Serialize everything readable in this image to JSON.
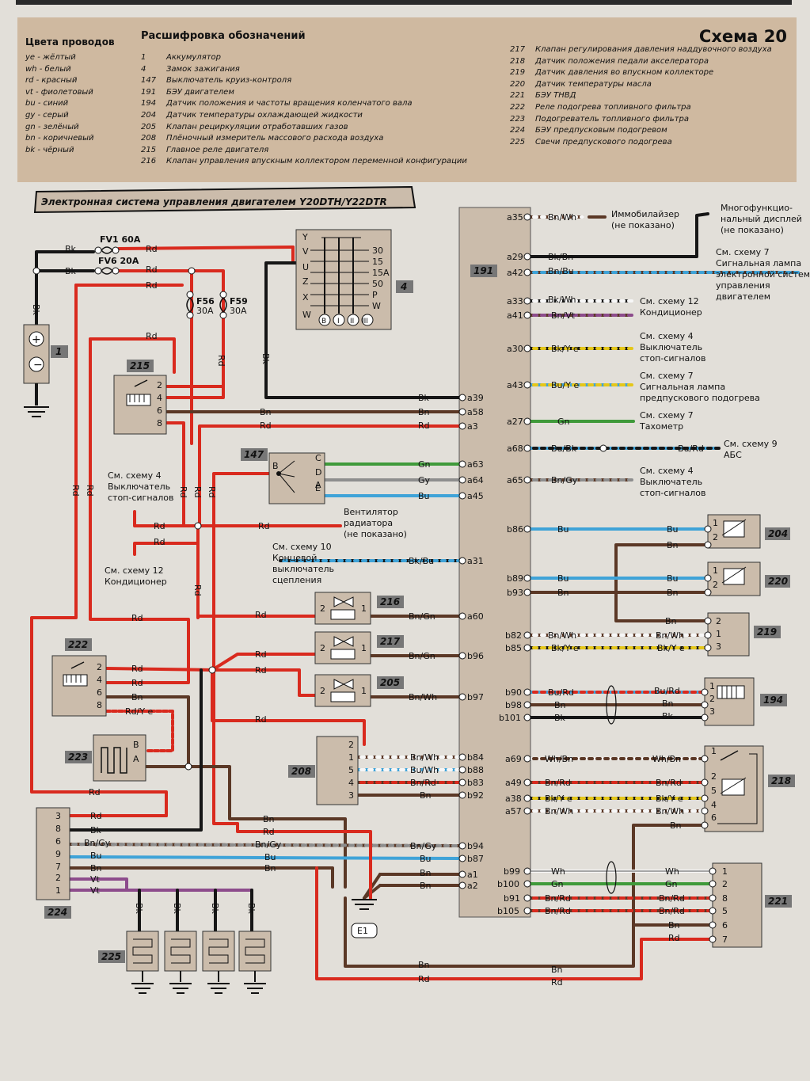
{
  "header": {
    "wire_colors_title": "Цвета проводов",
    "wire_colors": [
      "ye - жёлтый",
      "wh - белый",
      "rd - красный",
      "vt - фиолетовый",
      "bu - синий",
      "gy - серый",
      "gn - зелёный",
      "bn - коричневый",
      "bk - чёрный"
    ],
    "legend_title": "Расшифровка обозначений",
    "legend_left": [
      {
        "n": "1",
        "t": "Аккумулятор"
      },
      {
        "n": "4",
        "t": "Замок зажигания"
      },
      {
        "n": "147",
        "t": "Выключатель круиз-контроля"
      },
      {
        "n": "191",
        "t": "БЭУ двигателем"
      },
      {
        "n": "194",
        "t": "Датчик положения и частоты вращения коленчатого вала"
      },
      {
        "n": "204",
        "t": "Датчик температуры охлаждающей жидкости"
      },
      {
        "n": "205",
        "t": "Клапан рециркуляции отработавших газов"
      },
      {
        "n": "208",
        "t": "Плёночный измеритель массового расхода воздуха"
      },
      {
        "n": "215",
        "t": "Главное реле двигателя"
      },
      {
        "n": "216",
        "t": "Клапан управления впускным коллектором переменной конфигурации"
      }
    ],
    "legend_right": [
      {
        "n": "217",
        "t": "Клапан регулирования давления наддувочного воздуха"
      },
      {
        "n": "218",
        "t": "Датчик положения педали акселератора"
      },
      {
        "n": "219",
        "t": "Датчик давления во впускном коллекторе"
      },
      {
        "n": "220",
        "t": "Датчик температуры масла"
      },
      {
        "n": "221",
        "t": "БЭУ ТНВД"
      },
      {
        "n": "222",
        "t": "Реле подогрева топливного фильтра"
      },
      {
        "n": "223",
        "t": "Подогреватель топливного фильтра"
      },
      {
        "n": "224",
        "t": "БЭУ предпусковым подогревом"
      },
      {
        "n": "225",
        "t": "Свечи предпускового подогрева"
      }
    ],
    "scheme_label": "Схема 20"
  },
  "diagram": {
    "title": "Электронная система управления двигателем Y20DTH/Y22DTR",
    "colors": {
      "Rd": "#d92a1e",
      "Bk": "#161616",
      "Bn": "#5b3826",
      "Bu": "#3fa3d8",
      "Gn": "#3f9a3a",
      "Gy": "#8e8e8e",
      "Vt": "#8d4c8c",
      "Wh": "#f7f7f7",
      "Ye": "#e5c719",
      "box": "#cbbcab"
    },
    "components": {
      "c1": "1",
      "c4": "4",
      "c191": "191",
      "c215": "215",
      "c147": "147",
      "c216": "216",
      "c217": "217",
      "c205": "205",
      "c222": "222",
      "c223": "223",
      "c208": "208",
      "c224": "224",
      "c225": "225",
      "c204": "204",
      "c220": "220",
      "c219": "219",
      "c194": "194",
      "c218": "218",
      "c221": "221",
      "e1": "E1"
    },
    "fuses": {
      "fv1": "FV1 60A",
      "fv6": "FV6 20A",
      "f56": "F56",
      "f56a": "30A",
      "f59": "F59",
      "f59a": "30A"
    },
    "ignition_terminals": [
      "30",
      "15",
      "15A",
      "50",
      "P",
      "W"
    ],
    "ignition_pins": [
      "Y",
      "V",
      "U",
      "Z",
      "X",
      "W"
    ],
    "ignition_positions": [
      "B",
      "I",
      "II",
      "III"
    ],
    "notes": {
      "immob": [
        "Иммобилайзер",
        "(не показано)"
      ],
      "mfd": [
        "Многофункцио-",
        "нальный дисплей",
        "(не показано)"
      ],
      "sch7a": [
        "См. схему 7",
        "Сигнальная лампа",
        "электронной системы",
        "управления",
        "двигателем"
      ],
      "sch12a": [
        "См. схему 12",
        "Кондиционер"
      ],
      "sch4a": [
        "См. схему 4",
        "Выключатель",
        "стоп-сигналов"
      ],
      "sch7b": [
        "См. схему 7",
        "Сигнальная лампа",
        "предпускового подогрева"
      ],
      "sch7c": [
        "См. схему 7",
        "Тахометр"
      ],
      "sch9": [
        "См. схему 9",
        "АБС"
      ],
      "sch4b": [
        "См. схему 4",
        "Выключатель",
        "стоп-сигналов"
      ],
      "sch4c": [
        "См. схему 4",
        "Выключатель",
        "стоп-сигналов"
      ],
      "sch12b": [
        "См. схему 12",
        "Кондиционер"
      ],
      "sch10": [
        "См. схему 10",
        "Концевой",
        "выключатель",
        "сцепления"
      ],
      "fan": [
        "Вентилятор",
        "радиатора",
        "(не показано)"
      ]
    },
    "ecu_pins": {
      "a35": "a35",
      "a29": "a29",
      "a42": "a42",
      "a33": "a33",
      "a41": "a41",
      "a30": "a30",
      "a43": "a43",
      "a27": "a27",
      "a68": "a68",
      "a65": "a65",
      "b86": "b86",
      "b89": "b89",
      "b93": "b93",
      "b82": "b82",
      "b85": "b85",
      "b90": "b90",
      "b98": "b98",
      "b101": "b101",
      "a69": "a69",
      "a49": "a49",
      "a38": "a38",
      "a57": "a57",
      "b99": "b99",
      "b100": "b100",
      "b91": "b91",
      "b105": "b105",
      "a39": "a39",
      "a58": "a58",
      "a3": "a3",
      "a63": "a63",
      "a64": "a64",
      "a45": "a45",
      "a31": "a31",
      "a60": "a60",
      "b96": "b96",
      "b97": "b97",
      "b84": "b84",
      "b88": "b88",
      "b83": "b83",
      "b92": "b92",
      "b94": "b94",
      "b87": "b87",
      "a1": "a1",
      "a2": "a2"
    },
    "wire_labels": {
      "bk": "Bk",
      "rd": "Rd",
      "bn": "Bn",
      "bu": "Bu",
      "gn": "Gn",
      "gy": "Gy",
      "vt": "Vt",
      "wh": "Wh",
      "bnwh": "Bn/Wh",
      "bkbn": "Bk/Bn",
      "bnbu": "Bn/Bu",
      "bkwh": "Bk/Wh",
      "bnvt": "Bn/Vt",
      "bkye": "Bk/Y e",
      "buye": "Bu/Y e",
      "bubk": "Bu/Bk",
      "bngy": "Bn/Gy",
      "bkye2": "Bk/Y e",
      "burd": "Bu/Rd",
      "whbn": "Wh/Bn",
      "bnrd": "Bn/Rd",
      "bkbu": "Bk/Bu",
      "bngn": "Bn/Gn",
      "buwh": "Bu/Wh",
      "rdye": "Rd/Y e"
    }
  }
}
